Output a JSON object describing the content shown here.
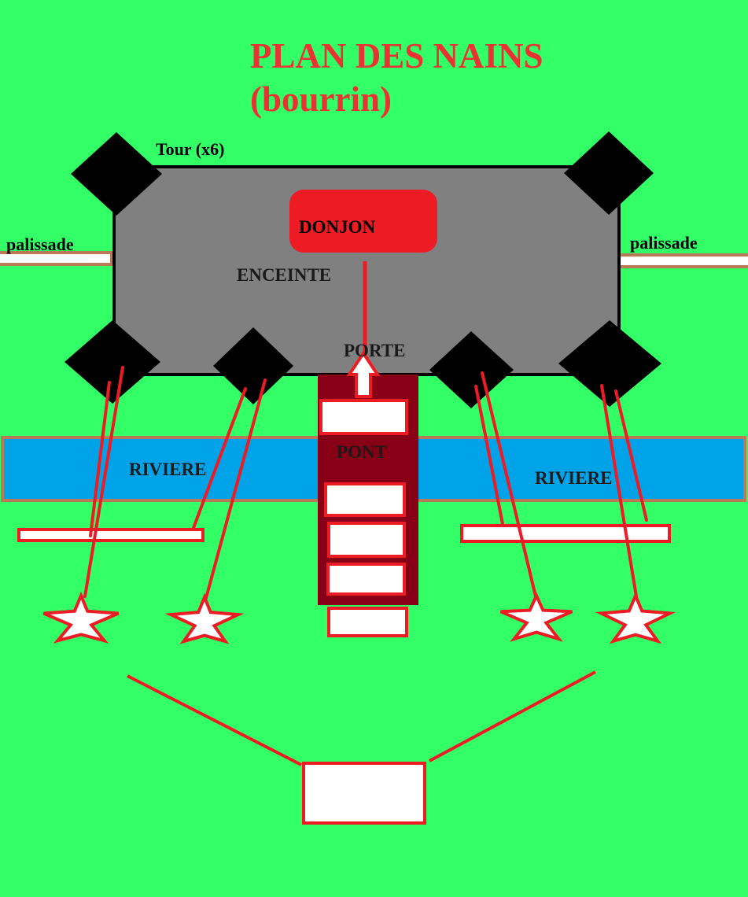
{
  "title": {
    "line1": "PLAN DES NAINS",
    "line2": "(bourrin)"
  },
  "labels": {
    "tower": "Tour (x6)",
    "keep": "DONJON",
    "wall": "ENCEINTE",
    "gate": "PORTE",
    "bridge": "PONT",
    "river_left": "RIVIERE",
    "river_right": "RIVIERE",
    "palisade_left": "palissade",
    "palisade_right": "palissade"
  },
  "colors": {
    "ground": "#33ff66",
    "enclosure": "#808080",
    "tower": "#000000",
    "keep": "#ed1c24",
    "river": "#00a2e8",
    "river_border": "#b97a57",
    "bridge": "#880015",
    "unit_outline": "#ed1c24",
    "unit_fill": "#ffffff",
    "title": "#ea3232"
  }
}
